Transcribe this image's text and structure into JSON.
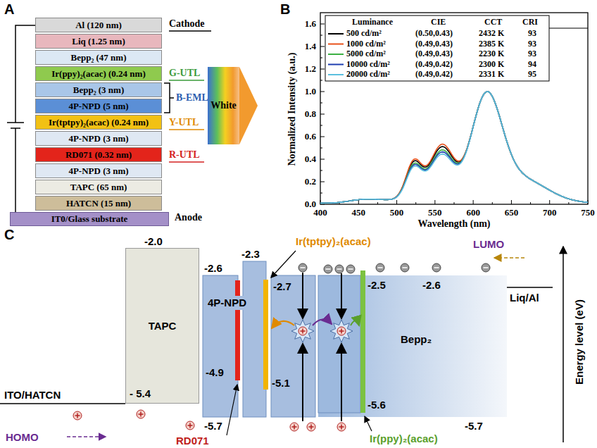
{
  "diagram": {
    "nodes": [
      {
        "text": [
          "Al (120 nm)"
        ]
      },
      {
        "text": [
          "Liq (1.25 nm)"
        ]
      },
      {
        "text": [
          "Bepp₂ (47 nm)"
        ]
      },
      {
        "text": [
          "Ir(ppy)₂(acac) (0.24 nm)"
        ]
      },
      {
        "text": [
          "Bepp₂ (3 nm)"
        ]
      },
      {
        "text": [
          "4P-NPD (5 nm)"
        ]
      },
      {
        "text": [
          "Ir(tptpy)₂(acac) (0.24 nm)"
        ]
      },
      {
        "text": [
          "4P-NPD (3 nm)"
        ]
      },
      {
        "text": [
          "RD071 (0.32 nm)"
        ]
      },
      {
        "text": [
          "4P-NPD (3 nm)"
        ]
      },
      {
        "text": [
          "TAPC (65 nm)"
        ]
      },
      {
        "text": [
          "HATCN (15 nm)"
        ]
      },
      {
        "text": [
          "IT0/Glass substrate"
        ]
      },
      {
        "text": [
          "White"
        ]
      },
      {
        "text": [
          "TAPC"
        ]
      },
      {
        "text": [
          "4P-NPD"
        ]
      },
      {
        "text": [
          "Bepp₂"
        ]
      }
    ],
    "labels": [
      "A",
      "Cathode",
      "G-UTL",
      "B-EML",
      "Y-UTL",
      "R-UTL",
      "Anode",
      "B",
      "Luminance",
      "CIE",
      "CCT",
      "CRI",
      "(0.50,0.43)",
      "2432 K",
      "93",
      "(0.49,0.43)",
      "2385 K",
      "93",
      "(0.49,0.43)",
      "2230 K",
      "93",
      "(0.49,0.42)",
      "2300 K",
      "94",
      "(0.49,0.42)",
      "2331 K",
      "95",
      "0.0",
      "0.2",
      "0.4",
      "0.6",
      "0.8",
      "1.0",
      "1.2",
      "1.4",
      "1.6",
      "400",
      "450",
      "500",
      "550",
      "600",
      "650",
      "700",
      "750",
      "Wavelength (nm)",
      "Normalized Intensity (a.u.)",
      "C",
      "-2.0",
      "-2.6",
      "-2.3",
      "-2.7",
      "-2.6",
      "-2.5",
      "- 5.4",
      "-4.9",
      "-5.1",
      "-5.7",
      "-5.6",
      "-5.7",
      "Ir(tptpy)₂(acac)",
      "LUMO",
      "Liq/Al",
      "ITO/HATCN",
      "HOMO",
      "RD071",
      "Ir(ppy)₂(acac)",
      "Energy level (eV)"
    ],
    "legend": [
      {
        "text": "500 cd/m²"
      },
      {
        "text": "1000 cd/m²"
      },
      {
        "text": "5000 cd/m²"
      },
      {
        "text": "10000 cd/m²"
      },
      {
        "text": "20000 cd/m²"
      }
    ]
  }
}
